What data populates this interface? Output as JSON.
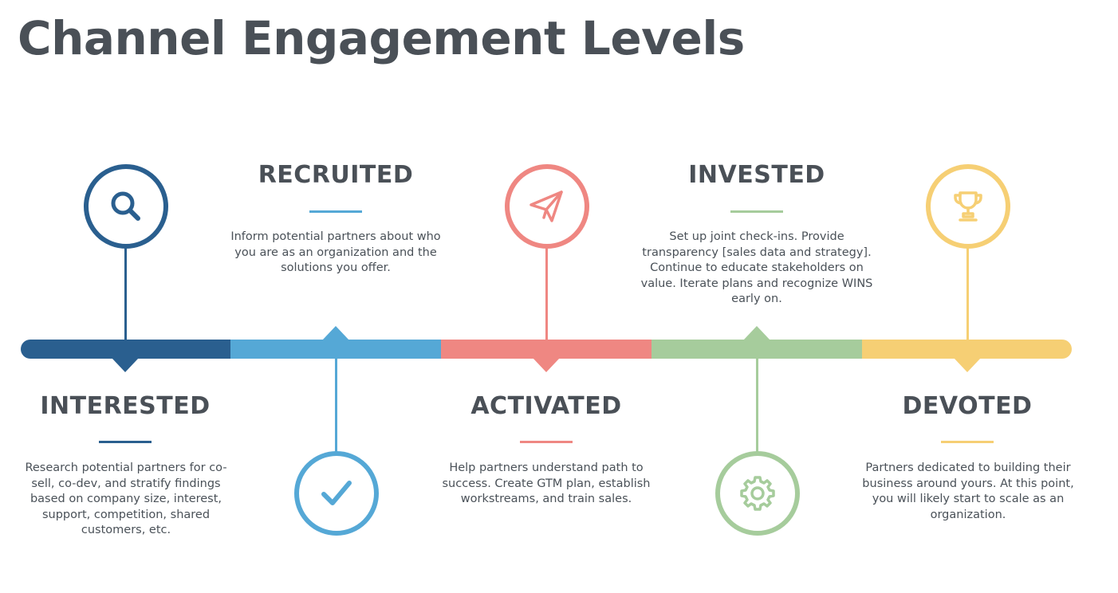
{
  "title": "Channel Engagement Levels",
  "colors": {
    "interested": "#2a5f8f",
    "recruited": "#55a8d6",
    "activated": "#ef8782",
    "invested": "#a6cc9c",
    "devoted": "#f6cf74"
  },
  "stages": [
    {
      "title": "INTERESTED",
      "icon": "search-icon",
      "description": "Research potential partners for co-sell, co-dev, and stratify findings based on company size, interest, support, competition, shared customers, etc."
    },
    {
      "title": "RECRUITED",
      "icon": "checkmark-icon",
      "description": "Inform potential partners about who you are as an organization and the solutions you offer."
    },
    {
      "title": "ACTIVATED",
      "icon": "paper-plane-icon",
      "description": "Help partners understand path to success. Create GTM plan, establish workstreams, and train sales."
    },
    {
      "title": "INVESTED",
      "icon": "gear-icon",
      "description": "Set up joint check-ins. Provide transparency [sales data and strategy]. Continue to educate stakeholders on value. Iterate plans and recognize WINS early on."
    },
    {
      "title": "DEVOTED",
      "icon": "trophy-icon",
      "description": "Partners dedicated to building their business around yours. At this point, you will likely start to scale as an organization."
    }
  ]
}
